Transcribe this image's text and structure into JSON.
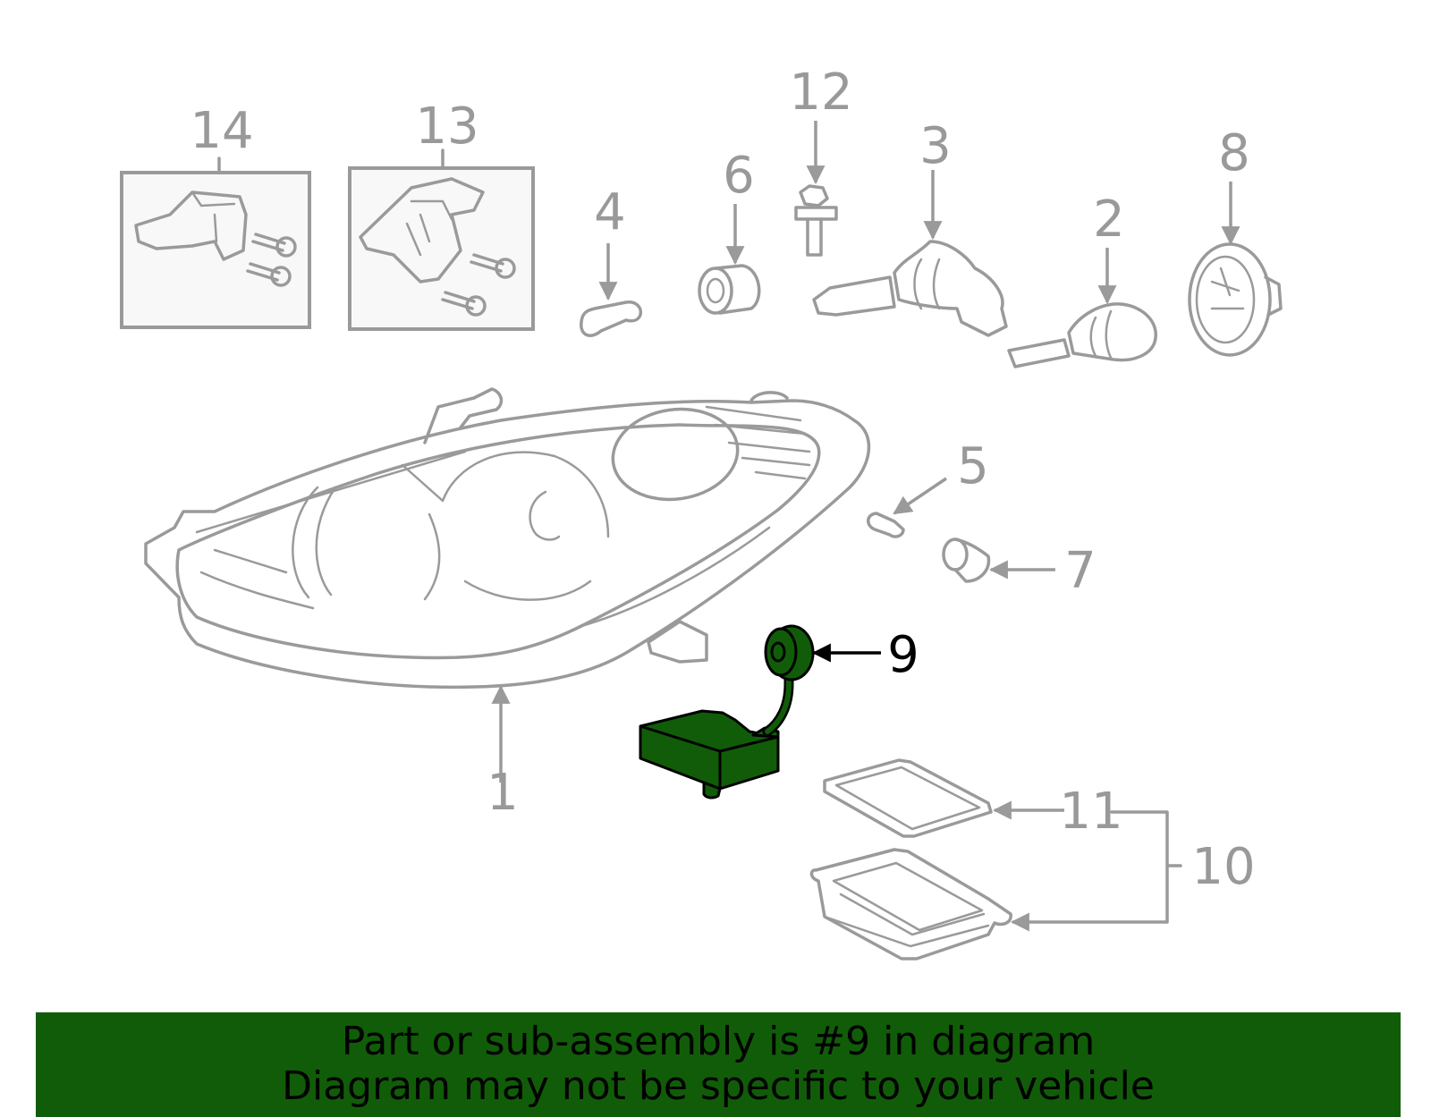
{
  "callouts": {
    "c1": "1",
    "c2": "2",
    "c3": "3",
    "c4": "4",
    "c5": "5",
    "c6": "6",
    "c7": "7",
    "c8": "8",
    "c9": "9",
    "c10": "10",
    "c11": "11",
    "c12": "12",
    "c13": "13",
    "c14": "14"
  },
  "banner": {
    "line1": "Part or sub-assembly is #9 in diagram",
    "line2": "Diagram may not be specific to your vehicle"
  },
  "colors": {
    "highlight": "#115c08",
    "line": "#9a9a9a",
    "label": "#999999"
  }
}
